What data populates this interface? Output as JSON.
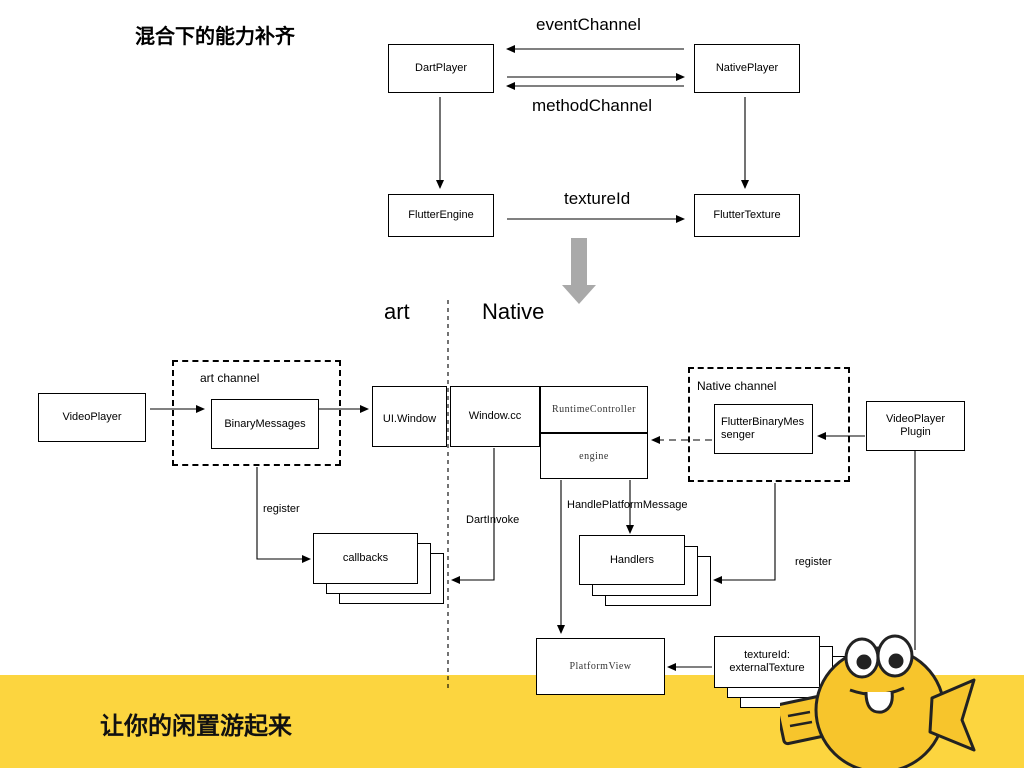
{
  "title": "混合下的能力补齐",
  "top_diagram": {
    "boxes": {
      "dart_player": "DartPlayer",
      "native_player": "NativePlayer",
      "flutter_engine": "FlutterEngine",
      "flutter_texture": "FlutterTexture"
    },
    "labels": {
      "event_channel": "eventChannel",
      "method_channel": "methodChannel",
      "texture_id": "textureId"
    }
  },
  "bottom_diagram": {
    "sections": {
      "art": "art",
      "native": "Native"
    },
    "groups": {
      "art_channel": "art channel",
      "native_channel": "Native channel"
    },
    "boxes": {
      "video_player": "VideoPlayer",
      "binary_messages": "BinaryMessages",
      "ui_window": "UI.Window",
      "window_cc": "Window.cc",
      "runtime_controller": "RuntimeController",
      "engine": "engine",
      "flutter_binary_messenger": "FlutterBinaryMessenger",
      "video_player_plugin": "VideoPlayer Plugin",
      "callbacks": "callbacks",
      "handlers": "Handlers",
      "platform_view": "PlatformView",
      "texture_id_external": "textureId: externalTexture"
    },
    "labels": {
      "register_left": "register",
      "dart_invoke": "DartInvoke",
      "handle_platform_message": "HandlePlatformMessage",
      "register_right": "register"
    }
  },
  "footer": {
    "text": "让你的闲置游起来",
    "color": "#fcd53f"
  },
  "mascot": {
    "name": "yellow-fish-mascot",
    "color": "#f7c52c"
  }
}
